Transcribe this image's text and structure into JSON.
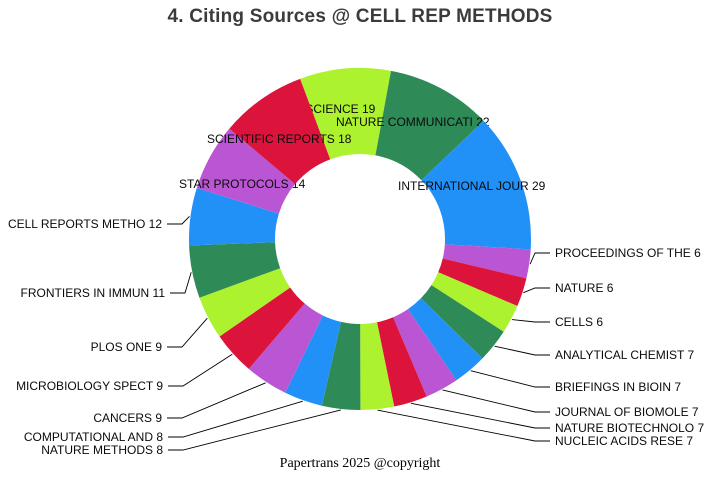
{
  "title": "4. Citing Sources @ CELL REP METHODS",
  "footer": "Papertrans 2025 @copyright",
  "chart_data": {
    "type": "pie",
    "subtype": "donut",
    "title": "4. Citing Sources @ CELL REP METHODS",
    "legend_position": "none",
    "grid": false,
    "total": 221,
    "start_angle_deg_from_top": -20.5,
    "direction": "clockwise",
    "palette_cycle": [
      "#ADF22F",
      "#2E8B57",
      "#2191F8",
      "#BA55D3",
      "#DC143C"
    ],
    "items": [
      {
        "name": "ISCIENCE",
        "value": 19,
        "label": "ISCIENCE 19",
        "color": "#ADF22F"
      },
      {
        "name": "NATURE COMMUNICATI",
        "value": 22,
        "label": "NATURE COMMUNICATI 22",
        "color": "#2E8B57"
      },
      {
        "name": "INTERNATIONAL JOUR",
        "value": 29,
        "label": "INTERNATIONAL JOUR 29",
        "color": "#2191F8"
      },
      {
        "name": "PROCEEDINGS OF THE",
        "value": 6,
        "label": "PROCEEDINGS OF THE 6",
        "color": "#BA55D3"
      },
      {
        "name": "NATURE",
        "value": 6,
        "label": "NATURE 6",
        "color": "#DC143C"
      },
      {
        "name": "CELLS",
        "value": 6,
        "label": "CELLS 6",
        "color": "#ADF22F"
      },
      {
        "name": "ANALYTICAL CHEMIST",
        "value": 7,
        "label": "ANALYTICAL CHEMIST 7",
        "color": "#2E8B57"
      },
      {
        "name": "BRIEFINGS IN BIOIN",
        "value": 7,
        "label": "BRIEFINGS IN BIOIN 7",
        "color": "#2191F8"
      },
      {
        "name": "JOURNAL OF BIOMOLE",
        "value": 7,
        "label": "JOURNAL OF BIOMOLE 7",
        "color": "#BA55D3"
      },
      {
        "name": "NATURE BIOTECHNOLO",
        "value": 7,
        "label": "NATURE BIOTECHNOLO 7",
        "color": "#DC143C"
      },
      {
        "name": "NUCLEIC ACIDS RESE",
        "value": 7,
        "label": "NUCLEIC ACIDS RESE 7",
        "color": "#ADF22F"
      },
      {
        "name": "NATURE METHODS",
        "value": 8,
        "label": "NATURE METHODS 8",
        "color": "#2E8B57"
      },
      {
        "name": "COMPUTATIONAL AND",
        "value": 8,
        "label": "COMPUTATIONAL AND  8",
        "color": "#2191F8"
      },
      {
        "name": "CANCERS",
        "value": 9,
        "label": "CANCERS 9",
        "color": "#BA55D3"
      },
      {
        "name": "MICROBIOLOGY SPECT",
        "value": 9,
        "label": "MICROBIOLOGY SPECT 9",
        "color": "#DC143C"
      },
      {
        "name": "PLOS ONE",
        "value": 9,
        "label": "PLOS ONE 9",
        "color": "#ADF22F"
      },
      {
        "name": "FRONTIERS IN IMMUN",
        "value": 11,
        "label": "FRONTIERS IN IMMUN 11",
        "color": "#2E8B57"
      },
      {
        "name": "CELL REPORTS METHO",
        "value": 12,
        "label": "CELL REPORTS METHO 12",
        "color": "#2191F8"
      },
      {
        "name": "STAR PROTOCOLS",
        "value": 14,
        "label": "STAR PROTOCOLS 14",
        "color": "#BA55D3"
      },
      {
        "name": "SCIENTIFIC REPORTS",
        "value": 18,
        "label": "SCIENTIFIC REPORTS 18",
        "color": "#DC143C"
      }
    ]
  }
}
